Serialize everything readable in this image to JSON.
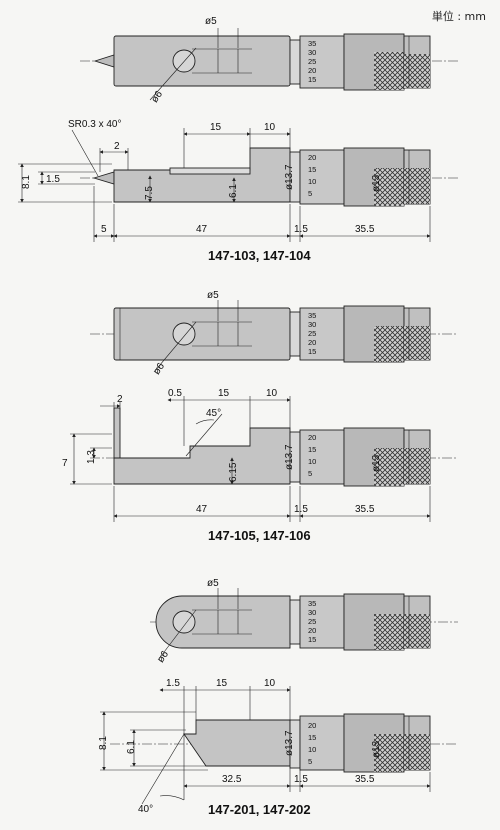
{
  "unit_label": "単位 : mm",
  "colors": {
    "body_fill": "#bdbdbd",
    "light_fill": "#dcdcdc",
    "line": "#222222",
    "background": "#f6f6f4"
  },
  "thimble_scale_a": [
    "35",
    "30",
    "25",
    "20",
    "15"
  ],
  "thimble_scale_b": [
    "20",
    "15",
    "10",
    "5"
  ],
  "models": [
    {
      "caption": "147-103, 147-104",
      "dims": {
        "d5": "ø5",
        "d6": "ø6",
        "tip": "SR0.3 x 40°",
        "w2": "2",
        "h1_5": "1.5",
        "h8_1": "8.1",
        "h7_5": "7.5",
        "h6_1": "6.1",
        "l15": "15",
        "l10": "10",
        "d13_7": "ø13.7",
        "d13": "ø13",
        "l5": "5",
        "l47": "47",
        "l1_5": "1.5",
        "l35_5": "35.5"
      }
    },
    {
      "caption": "147-105, 147-106",
      "dims": {
        "d5": "ø5",
        "d6": "ø6",
        "w0_5": "0.5",
        "l15": "15",
        "l10": "10",
        "w2": "2",
        "ang45": "45°",
        "h7": "7",
        "h1_3": "1.3",
        "h6_15": "6.15",
        "d13_7": "ø13.7",
        "d13": "ø13",
        "l47": "47",
        "l1_5": "1.5",
        "l35_5": "35.5"
      }
    },
    {
      "caption": "147-201, 147-202",
      "dims": {
        "d5": "ø5",
        "d6": "ø6",
        "w1_5": "1.5",
        "l15": "15",
        "l10": "10",
        "h8_1": "8.1",
        "h6_1": "6.1",
        "d13_7": "ø13.7",
        "d13": "ø13",
        "l32_5": "32.5",
        "l1_5": "1.5",
        "l35_5": "35.5",
        "ang40": "40°"
      }
    }
  ]
}
